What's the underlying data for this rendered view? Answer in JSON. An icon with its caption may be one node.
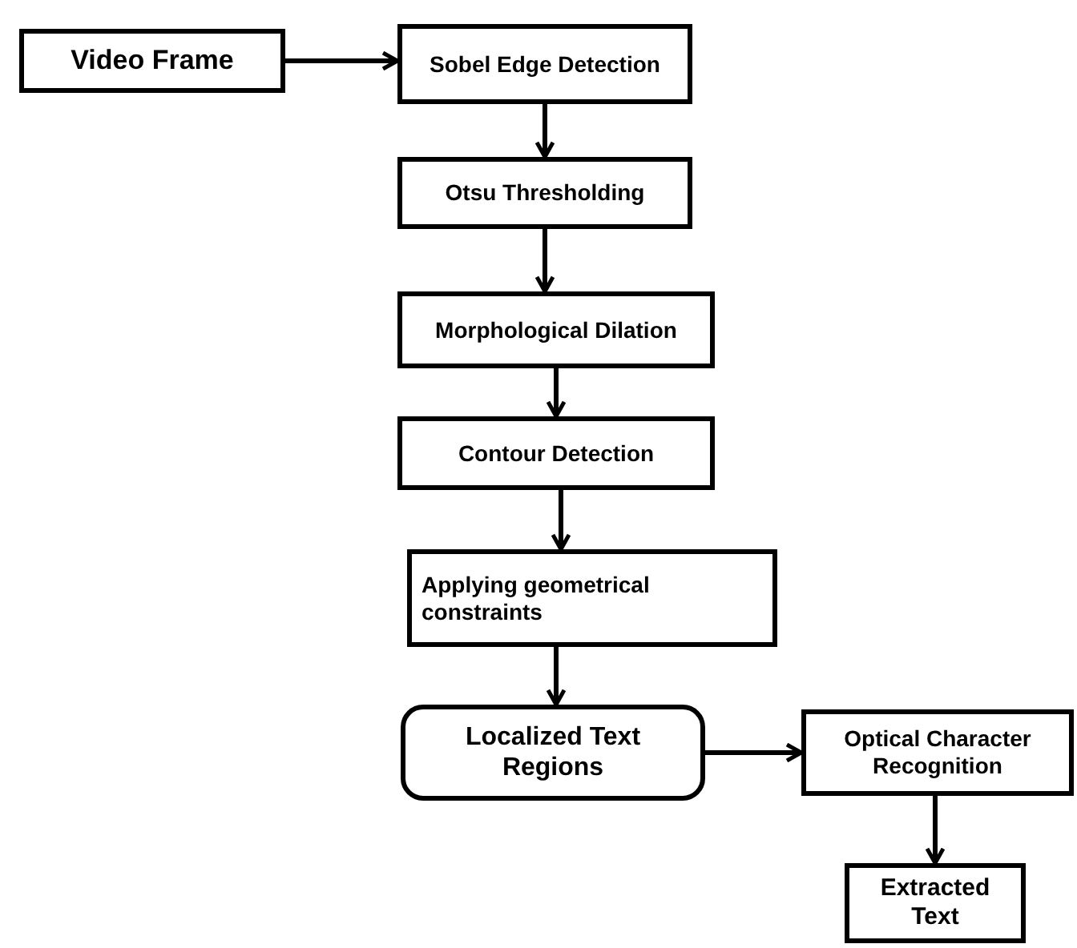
{
  "diagram": {
    "nodes": [
      {
        "text": [
          "Video Frame"
        ]
      },
      {
        "text": [
          "Sobel Edge Detection"
        ]
      },
      {
        "text": [
          "Otsu Thresholding"
        ]
      },
      {
        "text": [
          "Morphological Dilation"
        ]
      },
      {
        "text": [
          "Contour Detection"
        ]
      },
      {
        "text": [
          "Applying geometrical constraints"
        ]
      },
      {
        "text": [
          "Localized Text Regions"
        ]
      },
      {
        "text": [
          "Optical Character Recognition"
        ]
      },
      {
        "text": [
          "Extracted Text"
        ]
      }
    ],
    "edges": [
      {
        "from": 0,
        "to": 1,
        "arrow": "to"
      },
      {
        "from": 1,
        "to": 2,
        "arrow": "to"
      },
      {
        "from": 2,
        "to": 3,
        "arrow": "to"
      },
      {
        "from": 3,
        "to": 4,
        "arrow": "to"
      },
      {
        "from": 4,
        "to": 5,
        "arrow": "to"
      },
      {
        "from": 5,
        "to": 6,
        "arrow": "to"
      },
      {
        "from": 6,
        "to": 7,
        "arrow": "to"
      },
      {
        "from": 7,
        "to": 8,
        "arrow": "to"
      }
    ]
  }
}
